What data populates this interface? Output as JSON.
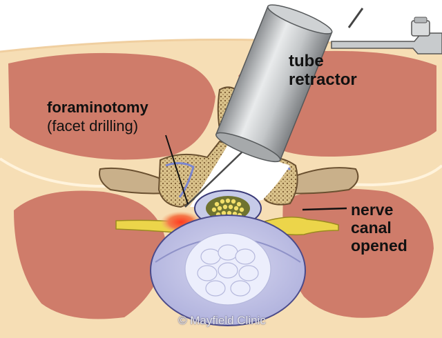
{
  "labels": {
    "foraminotomy": "foraminotomy",
    "facet_drilling": "(facet drilling)",
    "tube_line1": "tube",
    "tube_line2": "retractor",
    "nerve_line1": "nerve",
    "nerve_line2": "canal",
    "nerve_line3": "opened"
  },
  "copyright": "© Mayfield Clinic",
  "colors": {
    "skin": "#f6deb5",
    "muscle": "#cf7c6a",
    "bone": "#e6d2a5",
    "disc": "#c9c9e8",
    "nerve": "#ecd54a",
    "inflamed": "#ef5a3c",
    "metal": "#b9bcbe"
  }
}
